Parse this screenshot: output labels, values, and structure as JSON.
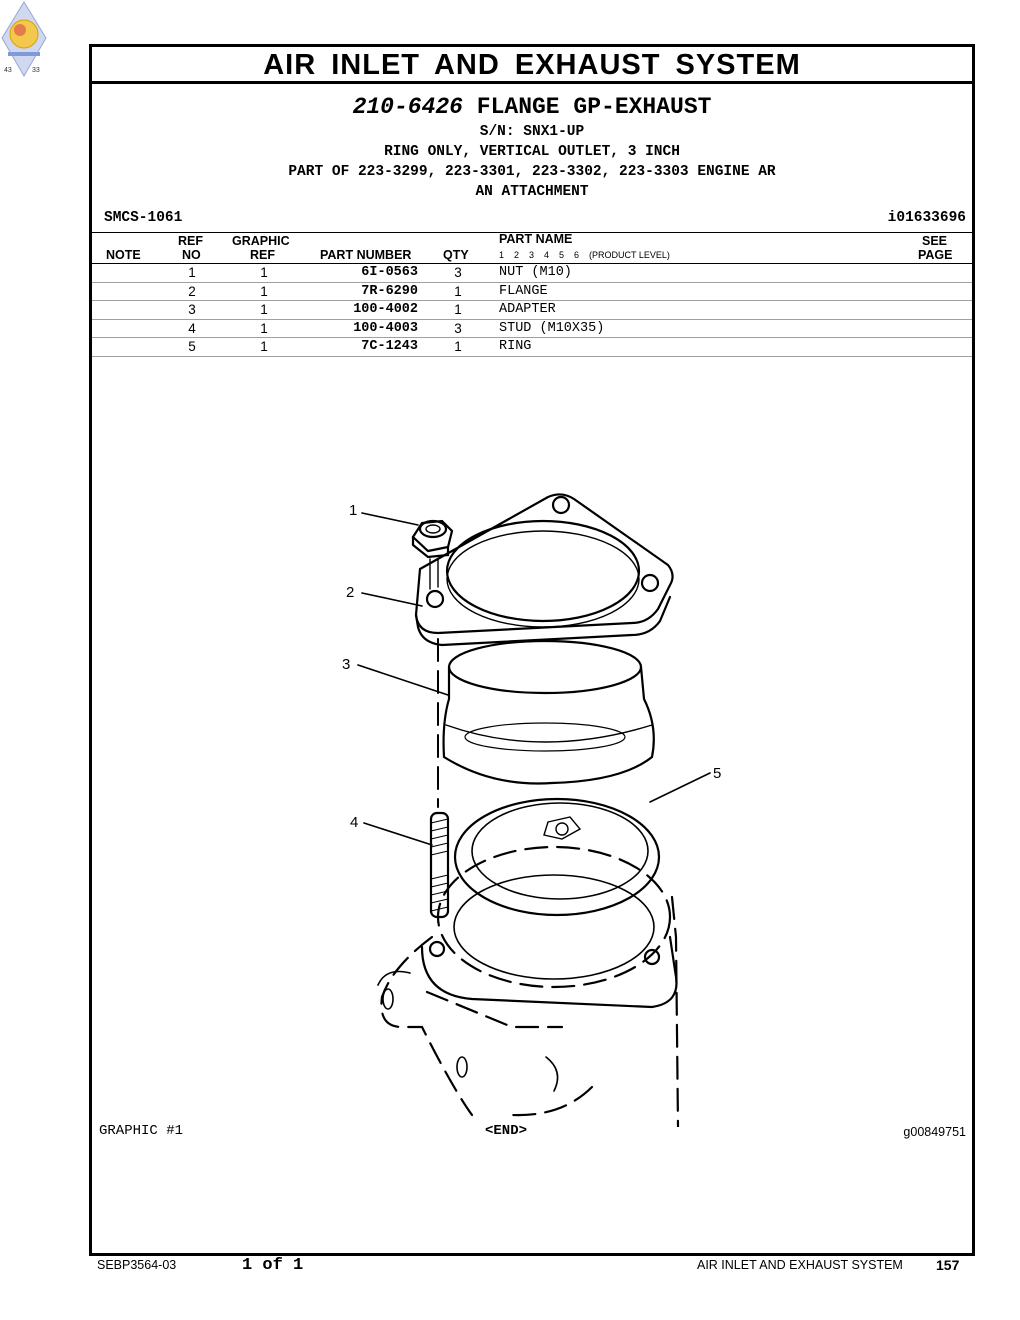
{
  "header": {
    "section_title": "AIR INLET AND EXHAUST SYSTEM",
    "part_number": "210-6426",
    "group_name": "FLANGE GP-EXHAUST",
    "lines": [
      "S/N: SNX1-UP",
      "RING ONLY, VERTICAL OUTLET, 3 INCH",
      "PART OF 223-3299, 223-3301, 223-3302, 223-3303 ENGINE AR",
      "AN ATTACHMENT"
    ],
    "smcs": "SMCS-1061",
    "illustration_id": "i01633696"
  },
  "columns": {
    "note": "NOTE",
    "ref_top": "REF",
    "ref_bottom": "NO",
    "graphic_top": "GRAPHIC",
    "graphic_bottom": "REF",
    "part_number": "PART NUMBER",
    "qty": "QTY",
    "part_name": "PART NAME",
    "product_levels": "1    2    3    4    5    6    (PRODUCT LEVEL)",
    "see_top": "SEE",
    "see_bottom": "PAGE"
  },
  "parts": [
    {
      "ref": "1",
      "graphic": "1",
      "part": "6I-0563",
      "qty": "3",
      "name": "NUT (M10)"
    },
    {
      "ref": "2",
      "graphic": "1",
      "part": "7R-6290",
      "qty": "1",
      "name": "FLANGE"
    },
    {
      "ref": "3",
      "graphic": "1",
      "part": "100-4002",
      "qty": "1",
      "name": "ADAPTER"
    },
    {
      "ref": "4",
      "graphic": "1",
      "part": "100-4003",
      "qty": "3",
      "name": "STUD (M10X35)"
    },
    {
      "ref": "5",
      "graphic": "1",
      "part": "7C-1243",
      "qty": "1",
      "name": "RING"
    }
  ],
  "callouts": [
    "1",
    "2",
    "3",
    "4",
    "5"
  ],
  "logo": {
    "left_number": "43",
    "right_number": "33"
  },
  "graphic_label": "GRAPHIC #1",
  "end_label": "<END>",
  "graphic_number": "g00849751",
  "footer": {
    "doc_number": "SEBP3564-03",
    "page_of": "1 of 1",
    "section": "AIR INLET AND EXHAUST SYSTEM",
    "page": "157"
  }
}
